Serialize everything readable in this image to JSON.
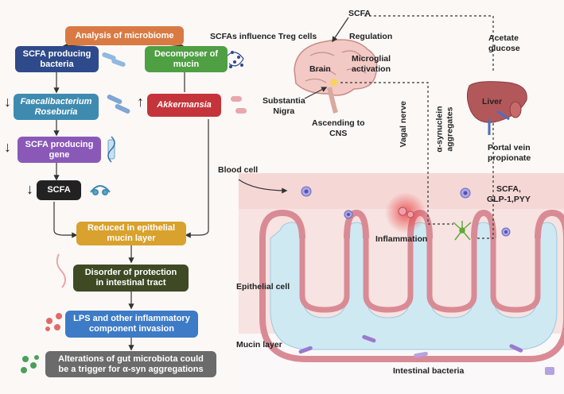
{
  "colors": {
    "orange": "#d97a43",
    "navy": "#2e4a8a",
    "green": "#4f9f43",
    "teal": "#3f8bb0",
    "red": "#c5343b",
    "purple": "#8a59b8",
    "black": "#222222",
    "gold": "#d9a12d",
    "olive": "#3f4a25",
    "blue": "#3d7bc7",
    "gray": "#6b6b6b",
    "tissue_pink": "#f6d9d9",
    "lumen": "#cbe9f4"
  },
  "left_panel": {
    "analysis": "Analysis of microbiome",
    "scfa_bacteria": [
      "SCFA producing",
      "bacteria"
    ],
    "decomposer": [
      "Decomposer of",
      "mucin"
    ],
    "faecali": [
      "Faecalibacterium",
      "Roseburia"
    ],
    "akkermansia": "Akkermansia",
    "scfa_gene": [
      "SCFA producing",
      "gene"
    ],
    "scfa": "SCFA",
    "reduced": [
      "Reduced in epithelial",
      "mucin layer"
    ],
    "disorder": [
      "Disorder of protection",
      "in intestinal tract"
    ],
    "lps": [
      "LPS and other inflammatory",
      "component invasion"
    ],
    "alterations": [
      "Alterations of gut microbiota could",
      "be a trigger for α-syn aggregations"
    ]
  },
  "right_panel": {
    "scfa_top": "SCFA",
    "scfa_treg": "SCFAs influence Treg cells",
    "regulation": "Regulation",
    "acetate": [
      "Acetate",
      "glucose"
    ],
    "brain": "Brain",
    "microglial": [
      "Microglial",
      "activation"
    ],
    "substantia": [
      "Substantia",
      "Nigra"
    ],
    "ascending": [
      "Ascending to",
      "CNS"
    ],
    "vagal": "Vagal nerve",
    "synuclein": [
      "α-synuclein",
      "aggregates"
    ],
    "liver": "Liver",
    "portal": [
      "Portal vein",
      "propionate"
    ],
    "blood_cell": "Blood cell",
    "scfa_glp": [
      "SCFA,",
      "GLP-1,PYY"
    ],
    "inflammation": "Inflammation",
    "epithelial": "Epithelial cell",
    "mucin_layer": "Mucin layer",
    "intestinal_bacteria": "Intestinal bacteria"
  }
}
